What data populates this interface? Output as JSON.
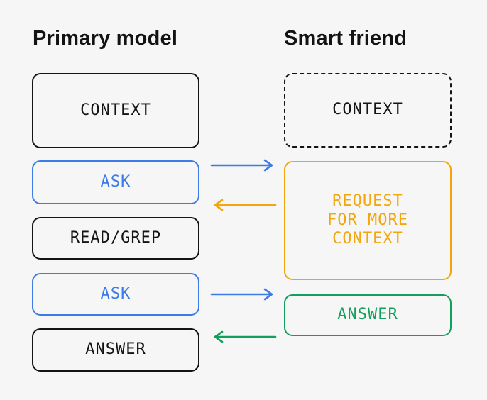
{
  "colors": {
    "ink": "#141414",
    "blue": "#3D7BE8",
    "orange": "#F2A60C",
    "green": "#13A05C",
    "background": "#F6F6F6"
  },
  "columns": {
    "primary": {
      "title": "Primary model",
      "boxes": [
        {
          "label": "CONTEXT",
          "style": "black-solid"
        },
        {
          "label": "ASK",
          "style": "blue"
        },
        {
          "label": "READ/GREP",
          "style": "black-solid"
        },
        {
          "label": "ASK",
          "style": "blue"
        },
        {
          "label": "ANSWER",
          "style": "black-solid"
        }
      ]
    },
    "friend": {
      "title": "Smart friend",
      "boxes": [
        {
          "label": "CONTEXT",
          "style": "black-dashed"
        },
        {
          "label": "REQUEST\nFOR MORE\nCONTEXT",
          "style": "orange"
        },
        {
          "label": "ANSWER",
          "style": "green"
        }
      ]
    }
  },
  "arrows": [
    {
      "name": "ask-1-to-smart-friend",
      "color": "blue",
      "direction": "right"
    },
    {
      "name": "request-to-primary-model",
      "color": "orange",
      "direction": "left"
    },
    {
      "name": "ask-2-to-smart-friend",
      "color": "blue",
      "direction": "right"
    },
    {
      "name": "answer-to-primary-model",
      "color": "green",
      "direction": "left"
    }
  ]
}
